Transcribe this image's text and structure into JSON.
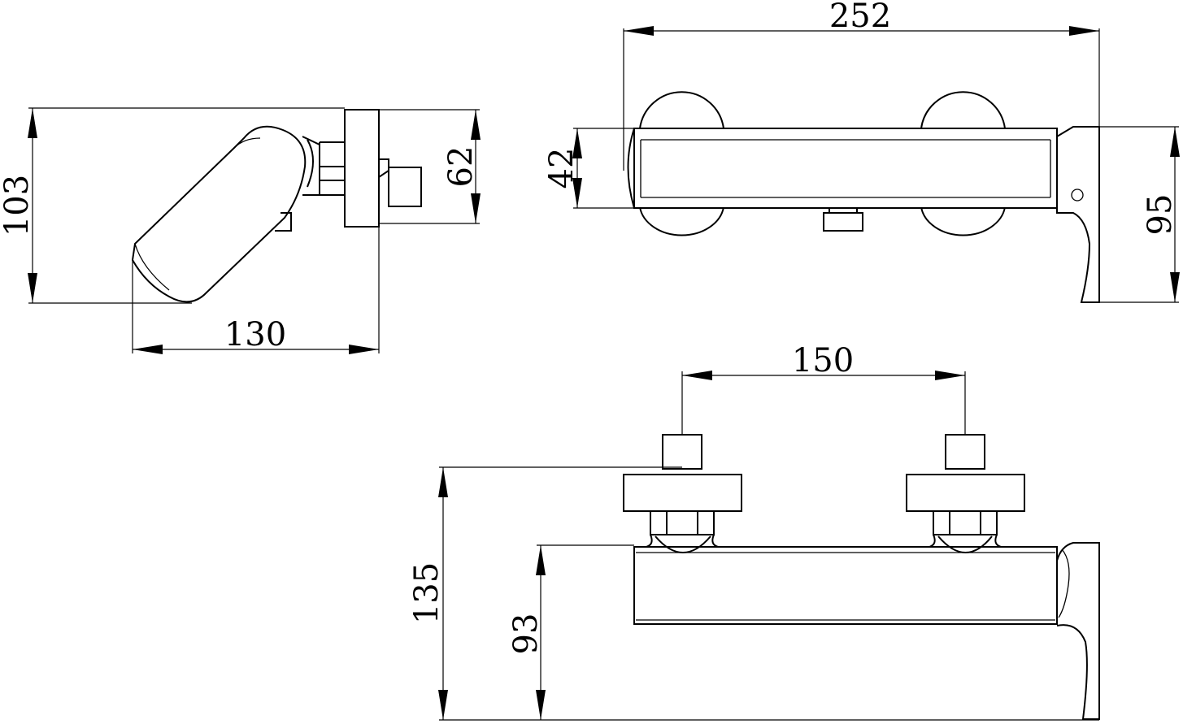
{
  "drawing": {
    "dimensions": {
      "side_height": "103",
      "side_width": "130",
      "side_depth": "62",
      "top_length": "252",
      "top_body": "42",
      "top_depth": "95",
      "front_centers": "150",
      "front_total": "135",
      "front_body": "93"
    }
  }
}
